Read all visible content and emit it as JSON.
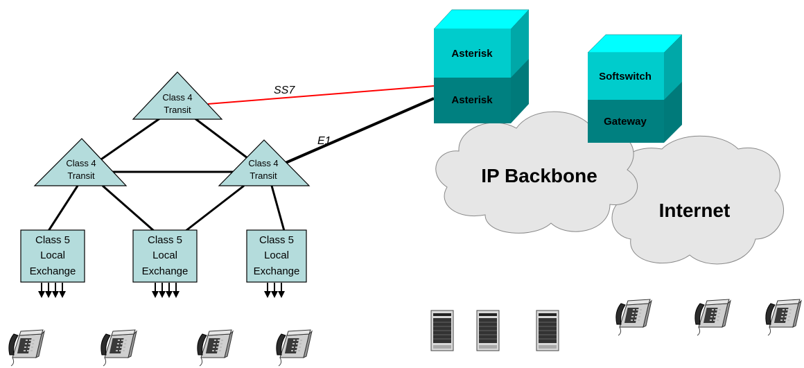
{
  "links": {
    "ss7": "SS7",
    "e1": "E1"
  },
  "transit": {
    "line1": "Class 4",
    "line2": "Transit"
  },
  "local": {
    "line1": "Class 5",
    "line2": "Local",
    "line3": "Exchange"
  },
  "asterisk_server": {
    "top": "Asterisk",
    "bottom": "Asterisk"
  },
  "softswitch_server": {
    "top": "Softswitch",
    "bottom": "Gateway"
  },
  "clouds": {
    "ip_backbone": "IP Backbone",
    "internet": "Internet"
  },
  "colors": {
    "node_fill": "#b4dcdc",
    "server_top_front": "#00cccc",
    "server_top_side": "#008a8a",
    "server_top_lid": "#00ffff",
    "server_bottom_front": "#008080",
    "server_bottom_side": "#005a5a",
    "cloud_fill": "#e6e6e6",
    "ss7_line": "#ff0000"
  },
  "icons": {
    "phone": "desk-phone-icon",
    "ip_device": "ip-terminal-icon",
    "endpoint_arrows": "downward-arrow-icon"
  }
}
